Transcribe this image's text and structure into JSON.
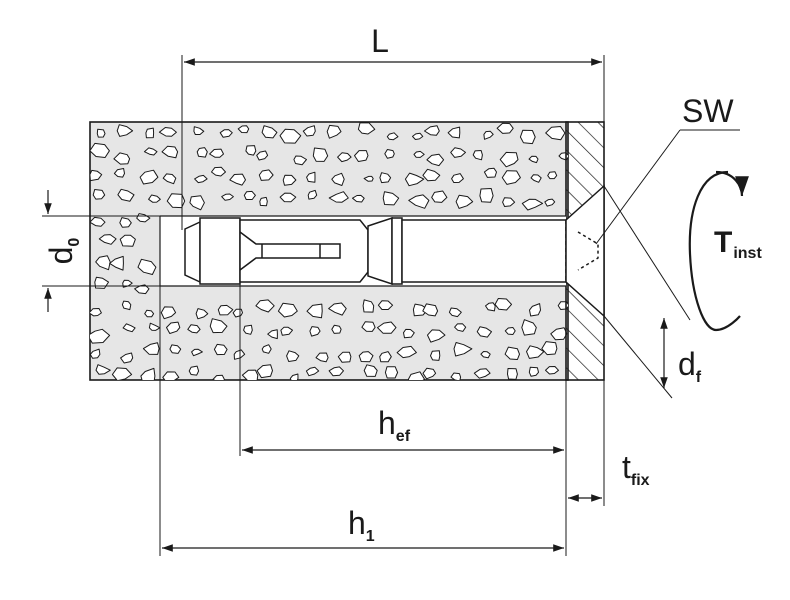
{
  "labels": {
    "L": "L",
    "SW": "SW",
    "T_main": "T",
    "T_sub": "inst",
    "d0_main": "d",
    "d0_sub": "0",
    "df_main": "d",
    "df_sub": "f",
    "hef_main": "h",
    "hef_sub": "ef",
    "h1_main": "h",
    "h1_sub": "1",
    "tfix_main": "t",
    "tfix_sub": "fix"
  },
  "colors": {
    "line": "#1a1a1a",
    "concrete_fill": "#e6e6e6",
    "anchor_fill": "#ffffff"
  }
}
